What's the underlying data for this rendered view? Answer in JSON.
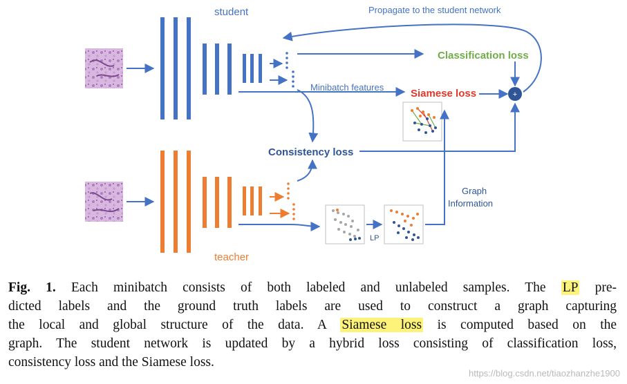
{
  "diagram": {
    "student_label": "student",
    "teacher_label": "teacher",
    "propagate_label": "Propagate to the student network",
    "classification_loss": "Classification loss",
    "siamese_loss": "Siamese loss",
    "consistency_loss": "Consistency loss",
    "minibatch_features": "Minibatch features",
    "graph_information_line1": "Graph",
    "graph_information_line2": "Information",
    "lp_label": "LP",
    "plus_symbol": "+",
    "colors": {
      "student": "#4472c4",
      "teacher": "#ed7d31",
      "classification": "#70ad47",
      "siamese": "#e0392b",
      "consistency": "#2f5597",
      "arrow": "#4472c4"
    }
  },
  "caption": {
    "fig_label": "Fig. 1.",
    "line1_a": "Each minibatch consists of both labeled and unlabeled samples. The",
    "line1_hl": "LP",
    "line1_b": "pre-",
    "line2": "dicted labels and the ground truth labels are used to construct a graph capturing",
    "line3_a": "the local and global structure of the data. A",
    "line3_hl": "Siamese loss",
    "line3_b": "is computed based on the",
    "line4": "graph. The student network is updated by a hybrid loss consisting of classification loss,",
    "line5": "consistency loss and the Siamese loss."
  },
  "watermark": "https://blog.csdn.net/tiaozhanzhe1900"
}
